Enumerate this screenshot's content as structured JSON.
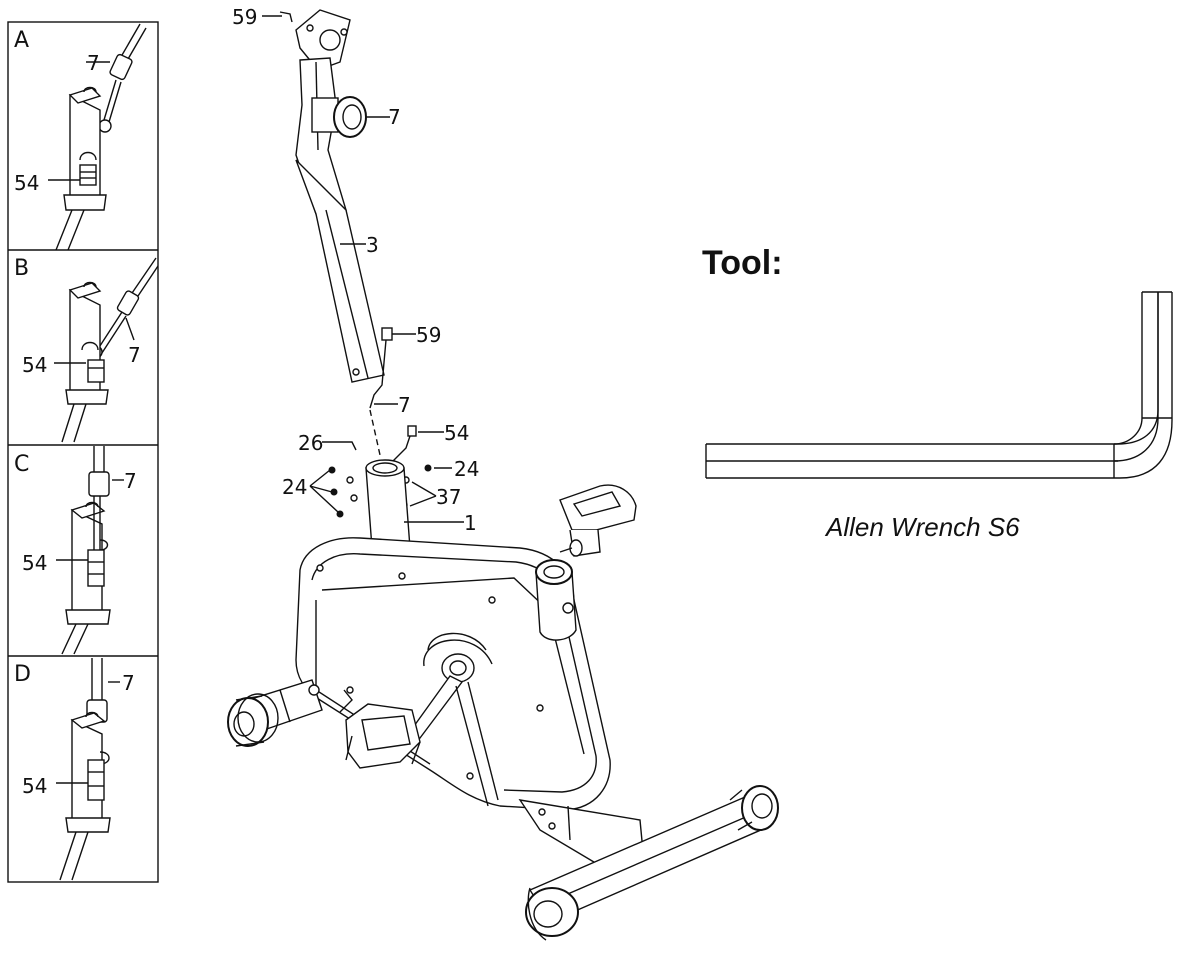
{
  "panels": [
    {
      "letter": "A",
      "callouts": [
        "7",
        "54"
      ]
    },
    {
      "letter": "B",
      "callouts": [
        "54",
        "7"
      ]
    },
    {
      "letter": "C",
      "callouts": [
        "7",
        "54"
      ]
    },
    {
      "letter": "D",
      "callouts": [
        "7",
        "54"
      ]
    }
  ],
  "main": {
    "callouts": {
      "p59_top": "59",
      "p7_knob": "7",
      "p3": "3",
      "p59_mid": "59",
      "p7_cable": "7",
      "p26": "26",
      "p54": "54",
      "p24_right": "24",
      "p24_left": "24",
      "p37": "37",
      "p1": "1"
    }
  },
  "tool": {
    "title": "Tool:",
    "caption": "Allen Wrench S6"
  }
}
